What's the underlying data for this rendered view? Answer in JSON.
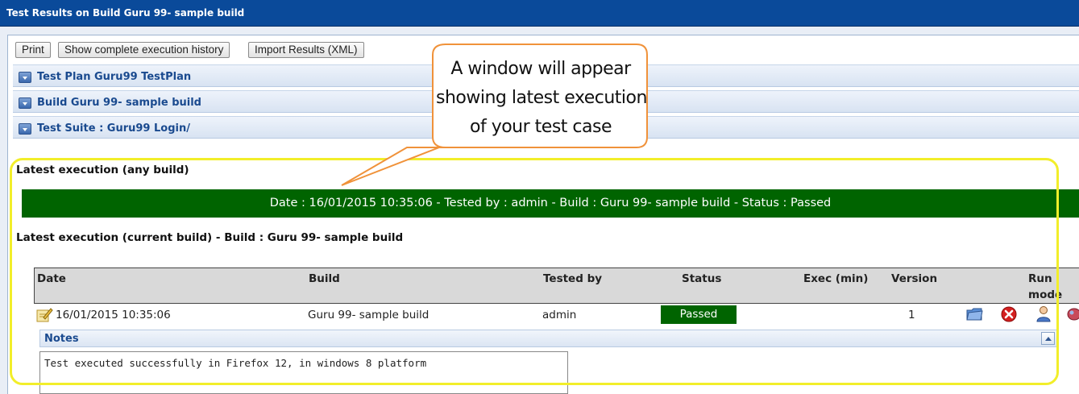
{
  "window": {
    "title": "Test Results on Build Guru 99- sample build"
  },
  "toolbar": {
    "print": "Print",
    "history": "Show complete execution history",
    "import": "Import Results (XML)"
  },
  "sections": {
    "test_plan": "Test Plan Guru99 TestPlan",
    "build": "Build Guru 99- sample build",
    "test_suite": "Test Suite : Guru99 Login/"
  },
  "callout": {
    "line1": "A window will appear",
    "line2": "showing latest execution",
    "line3": "of your test case"
  },
  "latest_any": {
    "heading": "Latest execution (any build)",
    "summary": "Date : 16/01/2015 10:35:06 - Tested by : admin - Build : Guru 99- sample build - Status : Passed",
    "status_color": "#006400"
  },
  "latest_current": {
    "heading": "Latest execution (current build) - Build : Guru 99- sample build"
  },
  "table": {
    "columns": {
      "date": "Date",
      "build": "Build",
      "tested_by": "Tested by",
      "status": "Status",
      "exec": "Exec (min)",
      "version": "Version",
      "run_mode_1": "Run",
      "run_mode_2": "mode"
    },
    "row": {
      "date": "16/01/2015 10:35:06",
      "build": "Guru 99- sample build",
      "tested_by": "admin",
      "status": "Passed",
      "version": "1",
      "icons": [
        "edit-note-icon",
        "folder-icon",
        "delete-icon",
        "user-icon",
        "bug-icon"
      ]
    }
  },
  "notes": {
    "label": "Notes",
    "text": "Test executed successfully in Firefox 12, in windows 8 platform"
  },
  "colors": {
    "title_bar": "#0a4a9a",
    "passed": "#006400",
    "highlight": "#f2ee2a",
    "callout_border": "#f0923a"
  }
}
